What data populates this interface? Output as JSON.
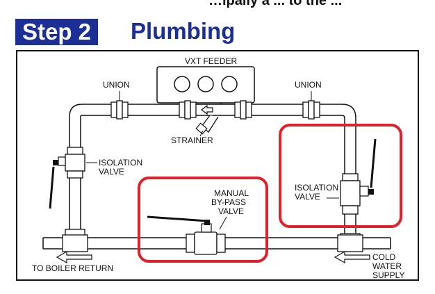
{
  "header": {
    "top_text": "…ipally a ... to the ...",
    "step_label": "Step 2",
    "title": "Plumbing"
  },
  "labels": {
    "vxt_feeder": "VXT FEEDER",
    "union_left": "UNION",
    "union_right": "UNION",
    "strainer": "STRAINER",
    "isolation_valve_left": [
      "ISOLATION",
      "VALVE"
    ],
    "isolation_valve_right": [
      "ISOLATION",
      "VALVE"
    ],
    "manual_bypass_valve": [
      "MANUAL",
      "BY-PASS",
      "VALVE"
    ],
    "to_boiler_return": "TO BOILER RETURN",
    "cold_water_supply": [
      "COLD",
      "WATER",
      "SUPPLY"
    ]
  },
  "colors": {
    "brand_blue": "#1b2f95",
    "highlight_red": "#e0202a",
    "line": "#111111"
  }
}
